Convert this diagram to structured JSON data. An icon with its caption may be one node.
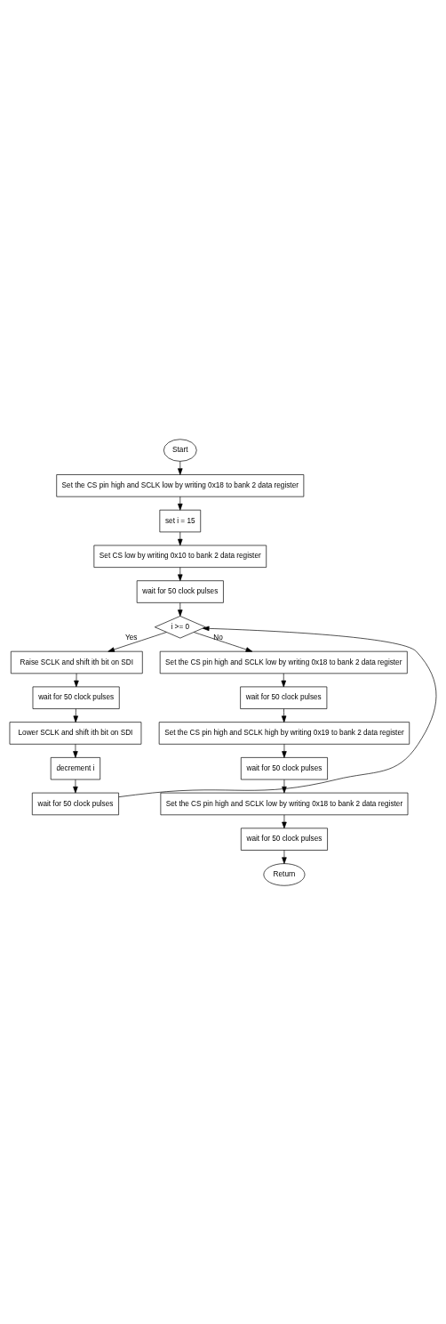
{
  "diagram": {
    "nodes": [
      {
        "text": [
          "Start"
        ]
      },
      {
        "text": [
          "Set the CS pin high and SCLK low by writing 0x18 to bank 2 data register"
        ]
      },
      {
        "text": [
          "set i = 15"
        ]
      },
      {
        "text": [
          "Set CS low by writing 0x10 to bank 2 data register"
        ]
      },
      {
        "text": [
          "wait for 50 clock pulses"
        ]
      },
      {
        "text": [
          "i >= 0"
        ]
      },
      {
        "text": [
          "Raise SCLK and shift ith bit on SDI"
        ]
      },
      {
        "text": [
          "wait for 50 clock pulses"
        ]
      },
      {
        "text": [
          "Lower SCLK and shift ith bit on SDI"
        ]
      },
      {
        "text": [
          "decrement i"
        ]
      },
      {
        "text": [
          "wait for 50 clock pulses"
        ]
      },
      {
        "text": [
          "Set the CS pin high and SCLK low by writing 0x18 to bank 2 data register"
        ]
      },
      {
        "text": [
          "wait for 50 clock pulses"
        ]
      },
      {
        "text": [
          "Set the CS pin high and SCLK high by writing 0x19 to bank 2 data register"
        ]
      },
      {
        "text": [
          "wait for 50 clock pulses"
        ]
      },
      {
        "text": [
          "Set the CS pin high and SCLK low by writing 0x18 to bank 2 data register"
        ]
      },
      {
        "text": [
          "wait for 50 clock pulses"
        ]
      },
      {
        "text": [
          "Return"
        ]
      }
    ],
    "edges": [
      {
        "from": 0,
        "to": 1,
        "arrow": "to"
      },
      {
        "from": 1,
        "to": 2,
        "arrow": "to"
      },
      {
        "from": 2,
        "to": 3,
        "arrow": "to"
      },
      {
        "from": 3,
        "to": 4,
        "arrow": "to"
      },
      {
        "from": 4,
        "to": 5,
        "arrow": "to"
      },
      {
        "from": 5,
        "to": 6,
        "label": "Yes",
        "arrow": "to"
      },
      {
        "from": 6,
        "to": 7,
        "arrow": "to"
      },
      {
        "from": 7,
        "to": 8,
        "arrow": "to"
      },
      {
        "from": 8,
        "to": 9,
        "arrow": "to"
      },
      {
        "from": 9,
        "to": 10,
        "arrow": "to"
      },
      {
        "from": 10,
        "to": 5,
        "arrow": "to"
      },
      {
        "from": 5,
        "to": 11,
        "label": "No",
        "arrow": "to"
      },
      {
        "from": 11,
        "to": 12,
        "arrow": "to"
      },
      {
        "from": 12,
        "to": 13,
        "arrow": "to"
      },
      {
        "from": 13,
        "to": 14,
        "arrow": "to"
      },
      {
        "from": 14,
        "to": 15,
        "arrow": "to"
      },
      {
        "from": 15,
        "to": 16,
        "arrow": "to"
      },
      {
        "from": 16,
        "to": 17,
        "arrow": "to"
      }
    ]
  }
}
